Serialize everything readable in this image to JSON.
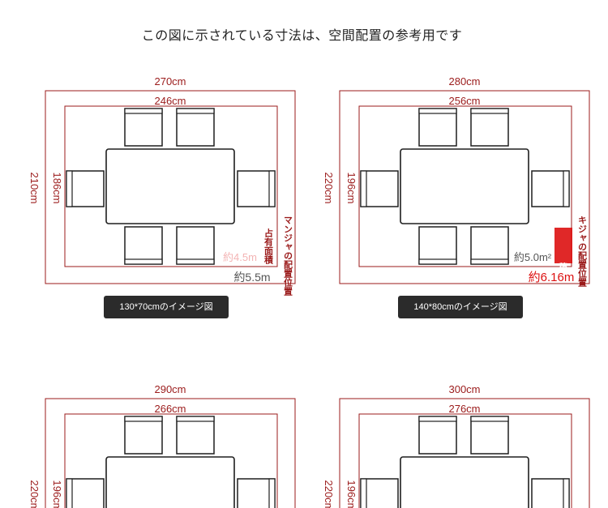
{
  "page": {
    "title": "この図に示されている寸法は、空間配置の参考用です"
  },
  "colors": {
    "dimension": "#9b1b1b",
    "furniture": "#1e1e1e",
    "highlight": "#dd1111",
    "faint": "#f3b4b4",
    "caption_bg": "#2b2b2b"
  },
  "diagrams": [
    {
      "outer_width": "270cm",
      "inner_width": "246cm",
      "outer_height": "210cm",
      "inner_height": "186cm",
      "inner_area": "約4.5m",
      "outer_area": "約5.5m",
      "note_a": "占有面積",
      "note_b": "マンジャの配置位置",
      "caption": "130*70cmのイメージ図"
    },
    {
      "outer_width": "280cm",
      "inner_width": "256cm",
      "outer_height": "220cm",
      "inner_height": "196cm",
      "inner_area": "約5.0m²",
      "outer_area": "約6.16m",
      "note_a": "積",
      "note_b": "キジャの配置位置",
      "caption": "140*80cmのイメージ図"
    },
    {
      "outer_width": "290cm",
      "inner_width": "266cm",
      "outer_height": "220cm",
      "inner_height": "196cm"
    },
    {
      "outer_width": "300cm",
      "inner_width": "276cm",
      "outer_height": "220cm",
      "inner_height": "196cm"
    }
  ]
}
